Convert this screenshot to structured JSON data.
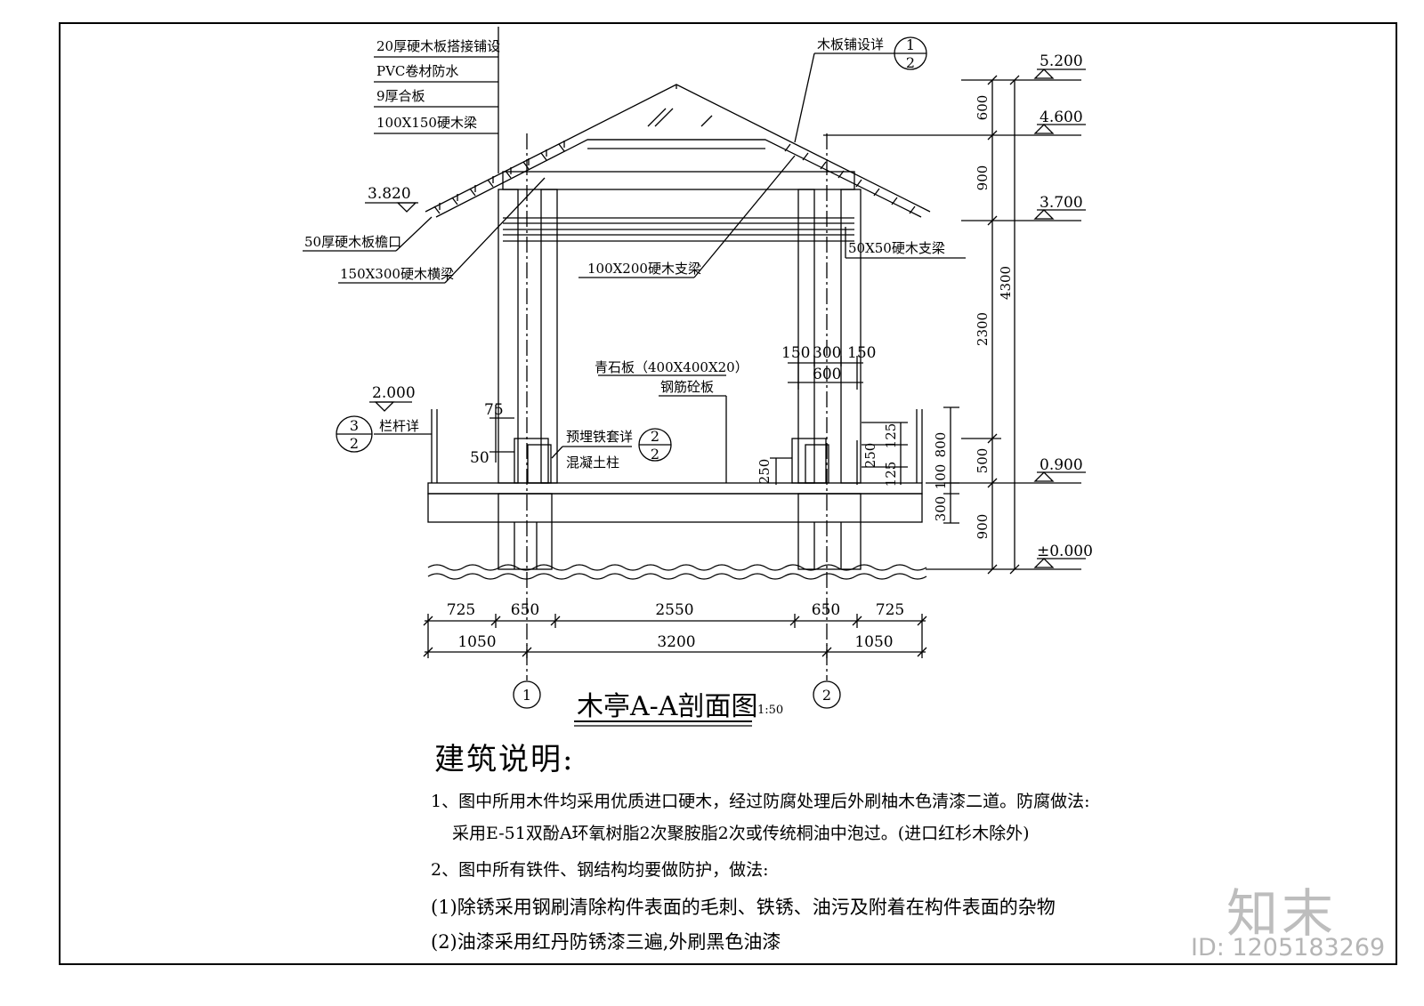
{
  "drawing": {
    "title": "木亭A-A剖面图",
    "scale": "1:50",
    "callouts_left": {
      "c1": "20厚硬木板搭接铺设",
      "c2": "PVC卷材防水",
      "c3": "9厚合板",
      "c4": "100X150硬木梁",
      "c5": "50厚硬木板檐口",
      "c6": "150X300硬木横梁",
      "c7": "100X200硬木支梁"
    },
    "callouts_right": {
      "c1": "木板铺设详",
      "c2": "50X50硬木支梁"
    },
    "center_labels": {
      "stone": "青石板（400X400X20）",
      "slab": "钢筋砼板",
      "embed": "预埋铁套详",
      "column": "混凝土柱",
      "railing": "栏杆详"
    },
    "detail_refs": {
      "d1_top": "1",
      "d1_bottom": "2",
      "d2_top": "2",
      "d2_bottom": "2",
      "d3_top": "3",
      "d3_bottom": "2"
    },
    "elevations": {
      "e5200": "5.200",
      "e4600": "4.600",
      "e3820": "3.820",
      "e3700": "3.700",
      "e2000": "2.000",
      "e0900": "0.900",
      "e0000": "±0.000"
    },
    "right_dims": {
      "d600": "600",
      "d900a": "900",
      "d2300": "2300",
      "d500": "500",
      "d900b": "900",
      "d4300": "4300"
    },
    "small_dims": {
      "d800": "800",
      "d100": "100",
      "d300": "300",
      "d250a": "250",
      "d250b": "250",
      "d125a": "125",
      "d125b": "125",
      "d75": "75",
      "d50": "50",
      "d150a": "150",
      "d300b": "300",
      "d150b": "150",
      "d600": "600"
    },
    "bottom_dims": {
      "r1": [
        "725",
        "650",
        "2550",
        "650",
        "725"
      ],
      "r2": [
        "1050",
        "3200",
        "1050"
      ]
    },
    "axes": [
      "1",
      "2"
    ]
  },
  "notes": {
    "heading": "建筑说明:",
    "lines": [
      "1、图中所用木件均采用优质进口硬木，经过防腐处理后外刷柚木色清漆二道。防腐做法:",
      "采用E-51双酚A环氧树脂2次聚胺脂2次或传统桐油中泡过。(进口红杉木除外)",
      "2、图中所有铁件、钢结构均要做防护，做法:",
      "(1)除锈采用钢刷清除构件表面的毛刺、铁锈、油污及附着在构件表面的杂物",
      "(2)油漆采用红丹防锈漆三遍,外刷黑色油漆"
    ]
  },
  "watermark": {
    "brand": "知末",
    "id": "ID: 1205183269"
  }
}
